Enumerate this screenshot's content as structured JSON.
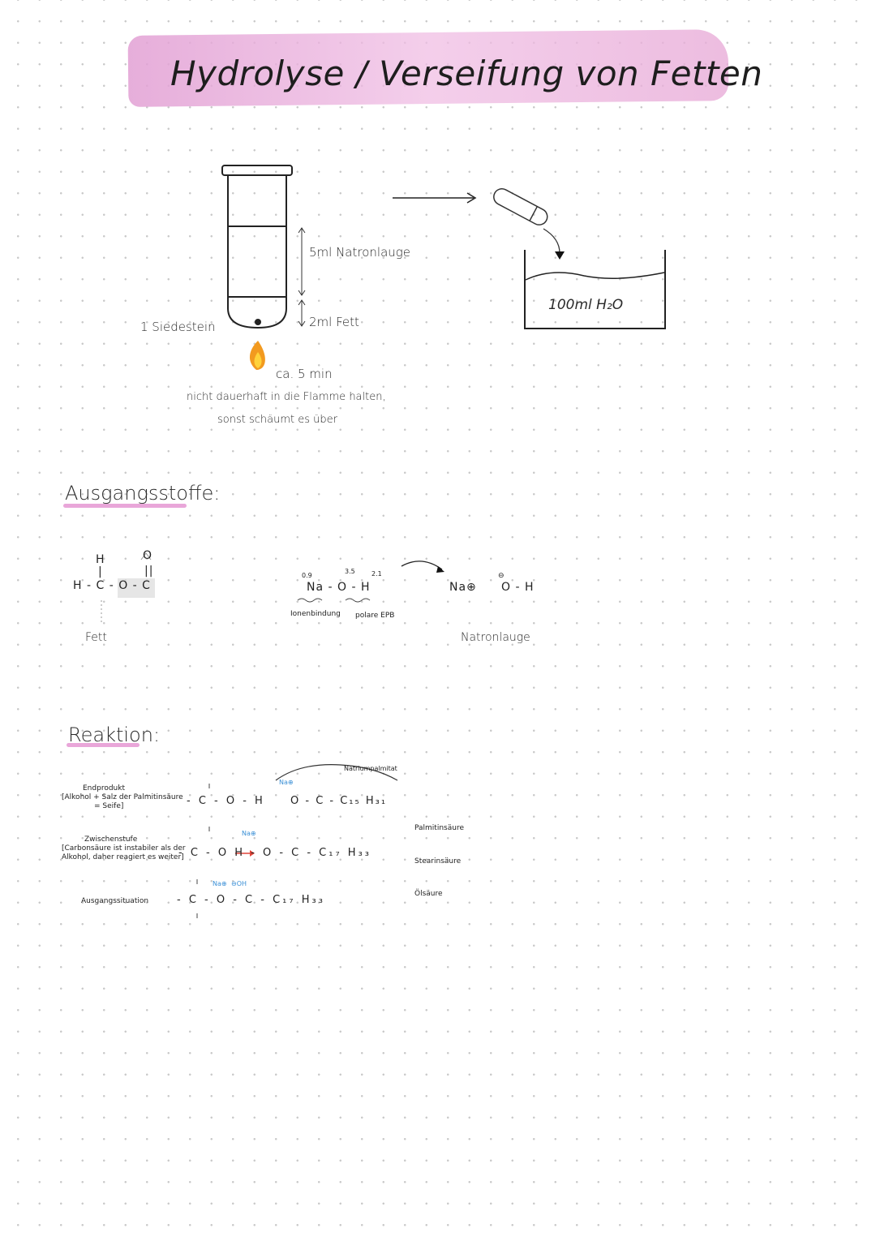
{
  "title": "Hydrolyse / Verseifung von Fetten",
  "apparatus": {
    "label_top": "5ml Natronlauge",
    "label_bottom": "2ml Fett",
    "label_stone": "1 Siedestein",
    "time": "ca. 5 min",
    "note_line1": "nicht dauerhaft in die Flamme halten,",
    "note_line2": "sonst schäumt es über",
    "beaker_label": "100ml H₂O"
  },
  "section_starting": {
    "heading": "Ausgangsstoffe:",
    "fat": {
      "h_top": "H",
      "bar": "|",
      "formula": "H - C - O - C",
      "o_top": "O",
      "double": "||",
      "label": "Fett"
    },
    "naoh": {
      "en1": "0.9",
      "en2": "3.5",
      "en3": "2.1",
      "formula": "Na - O - H",
      "bond1": "Ionenbindung",
      "bond2": "polare EPB",
      "na_ion": "Na⊕",
      "oh_ion": "O - H",
      "minus": "⊖",
      "label": "Natronlauge"
    }
  },
  "section_reaction": {
    "heading": "Reaktion:",
    "rows": [
      {
        "label_line1": "Endprodukt",
        "label_line2": "[Alkohol + Salz der Palmitinsäure",
        "label_line3": "= Seife]",
        "formula_left": "- C - O - H",
        "formula_right": "O - C - C₁₅ H₃₁",
        "ion": "Na⊕",
        "top_note": "Natriumpalmitat"
      },
      {
        "label_line1": "Zwischenstufe",
        "label_line2": "[Carbonsäure ist instabiler als der",
        "label_line3": "Alkohol, daher reagiert es weiter]",
        "formula": "- C - O    H - O - C - C₁₇ H₃₃",
        "ion": "Na⊕"
      },
      {
        "label_line1": "Ausgangssituation",
        "formula": "- C - O - C - C₁₇ H₃₃",
        "ion1": "Na⊕",
        "ion2": "⊖OH"
      }
    ],
    "side_labels": [
      "Palmitinsäure",
      "Stearinsäure",
      "Ölsäure"
    ]
  },
  "colors": {
    "accent_pink": "#e9a6d9",
    "ion_blue": "#3a8fd6",
    "arrow_red": "#e0453a"
  }
}
